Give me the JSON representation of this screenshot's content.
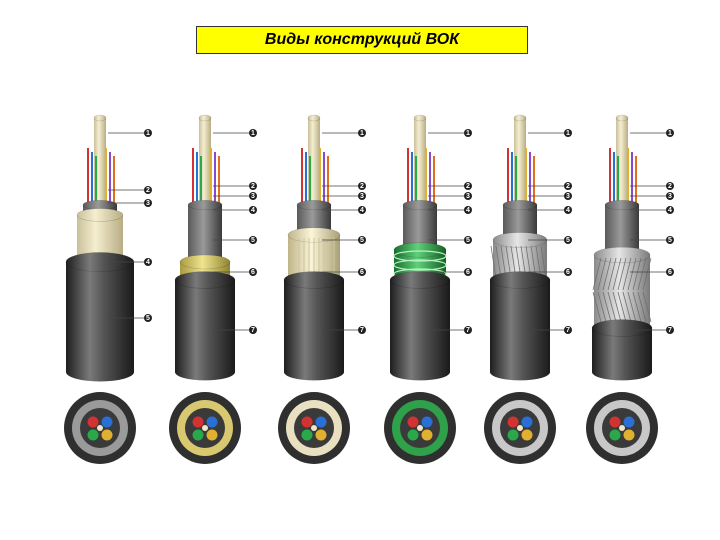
{
  "title": "Виды конструкций ВОК",
  "colors": {
    "title_bg": "#ffff00",
    "sheath": "#3c3c3c",
    "fiber": "#e9dfb8",
    "armor_yellow": "#d8c870",
    "armor_green": "#2fa14a",
    "wire_armor": "#b8b8b8"
  },
  "cables": [
    {
      "callouts": [
        "1",
        "2",
        "3",
        "4",
        "5"
      ],
      "variant": "plain"
    },
    {
      "callouts": [
        "1",
        "2",
        "3",
        "4",
        "5",
        "6",
        "7"
      ],
      "variant": "yellow-tape"
    },
    {
      "callouts": [
        "1",
        "2",
        "3",
        "4",
        "5",
        "6",
        "7"
      ],
      "variant": "aramid"
    },
    {
      "callouts": [
        "1",
        "2",
        "3",
        "4",
        "5",
        "6",
        "7"
      ],
      "variant": "corrugated"
    },
    {
      "callouts": [
        "1",
        "2",
        "3",
        "4",
        "5",
        "6",
        "7"
      ],
      "variant": "wire-armor"
    },
    {
      "callouts": [
        "1",
        "2",
        "3",
        "4",
        "5",
        "6",
        "7"
      ],
      "variant": "double-wire-armor"
    }
  ]
}
